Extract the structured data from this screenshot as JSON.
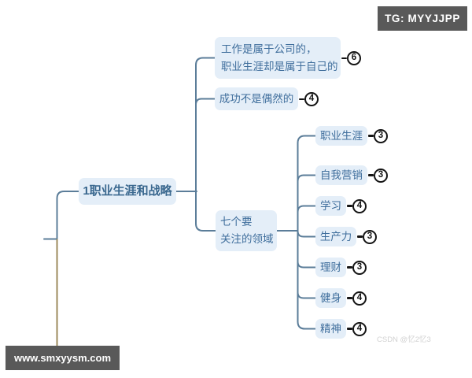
{
  "mindmap": {
    "root": {
      "label": "1职业生涯和战略"
    },
    "children": [
      {
        "label_lines": [
          "工作是属于公司的，",
          "职业生涯却是属于自己的"
        ],
        "count": "6"
      },
      {
        "label": "成功不是偶然的",
        "count": "4"
      },
      {
        "label_lines": [
          "七个要",
          "关注的领域"
        ],
        "children": [
          {
            "label": "职业生涯",
            "count": "3"
          },
          {
            "label": "自我营销",
            "count": "3"
          },
          {
            "label": "学习",
            "count": "4"
          },
          {
            "label": "生产力",
            "count": "3"
          },
          {
            "label": "理财",
            "count": "3"
          },
          {
            "label": "健身",
            "count": "4"
          },
          {
            "label": "精神",
            "count": "4"
          }
        ]
      }
    ],
    "colors": {
      "branch_blue": "#5b7d99",
      "branch_olive": "#9c8b5e",
      "node_fill": "#e4eef8",
      "node_text": "#3f6e9c",
      "badge_ink": "#141414",
      "overlay_badge_bg": "#595959",
      "overlay_badge_text": "#ffffff",
      "watermark_text_color": "#d0d0d0"
    }
  },
  "overlays": {
    "telegram_badge": "TG: MYYJJPP",
    "website_badge": "www.smxyysm.com",
    "csdn_watermark": "CSDN @忆2忆3"
  }
}
